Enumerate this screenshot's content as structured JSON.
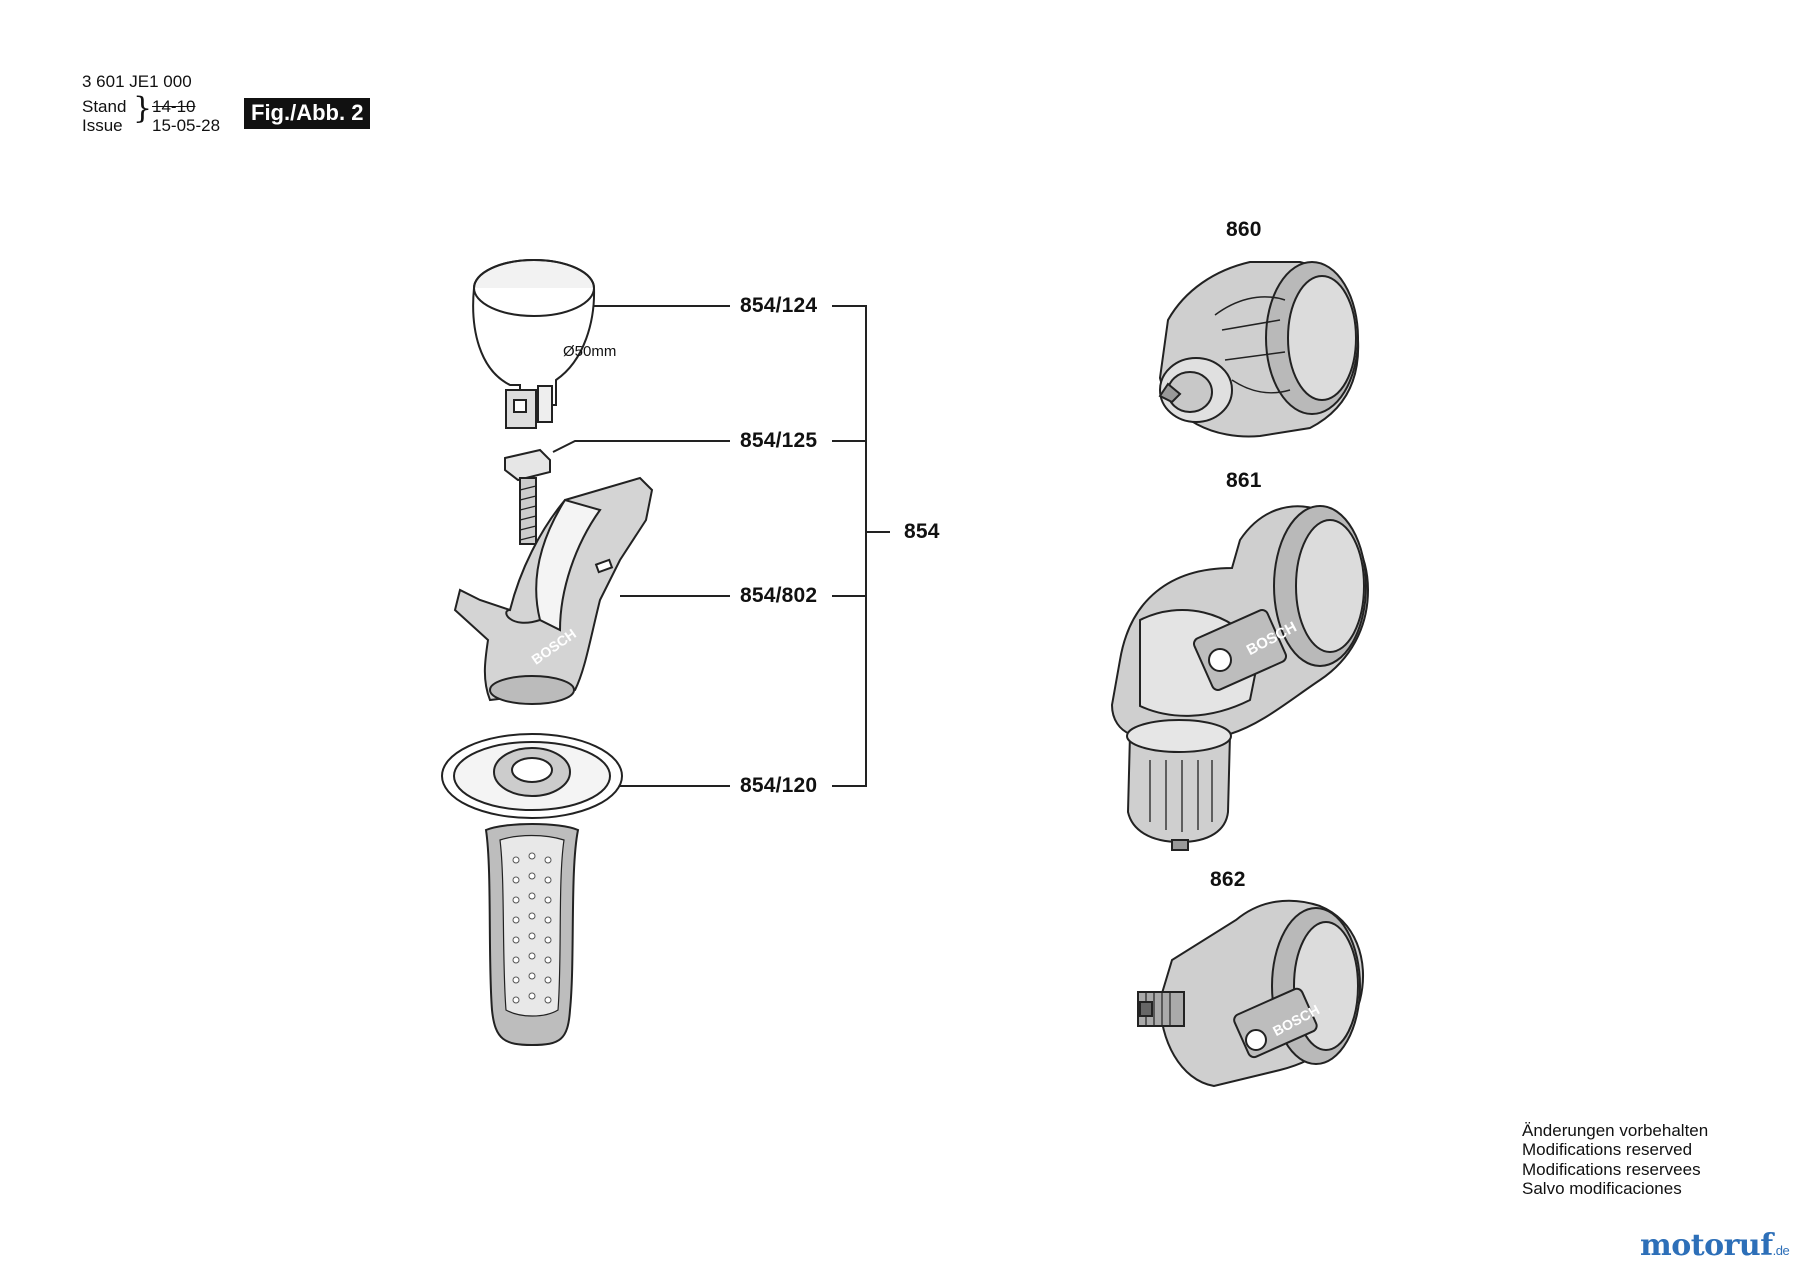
{
  "header": {
    "doc_number": "3 601 JE1 000",
    "stand_label": "Stand",
    "issue_label": "Issue",
    "stand_value": "14-10",
    "issue_value": "15-05-28",
    "figure_label": "Fig./Abb. 2"
  },
  "parts": {
    "p854_124": "854/124",
    "p854_125": "854/125",
    "p854": "854",
    "p854_802": "854/802",
    "p854_120": "854/120",
    "p860": "860",
    "p861": "861",
    "p862": "862"
  },
  "annotations": {
    "diameter": "Ø50mm",
    "brand_mark": "BOSCH"
  },
  "notes": [
    "Änderungen vorbehalten",
    "Modifications reserved",
    "Modifications reservees",
    "Salvo modificaciones"
  ],
  "watermark": {
    "name": "motoruf",
    "tld": ".de",
    "color": "#2d6fb8"
  }
}
